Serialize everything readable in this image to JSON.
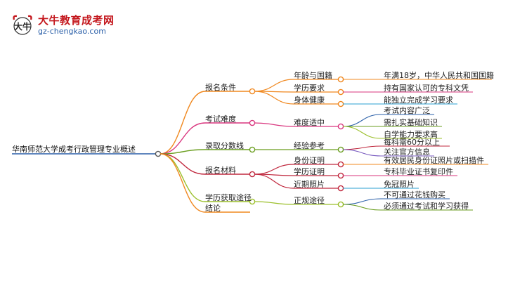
{
  "brand": {
    "name": "大牛教育成考网",
    "url": "gz-chengkao.com",
    "logo_glyph": "大牛"
  },
  "mindmap": {
    "root": "华南师范大学成考行政管理专业概述",
    "branches": [
      {
        "label": "报名条件",
        "color": "#f0881f",
        "children": [
          {
            "label": "年龄与国籍",
            "leaves": [
              "年满18岁，中华人民共和国国籍"
            ]
          },
          {
            "label": "学历要求",
            "leaves": [
              "持有国家认可的专科文凭"
            ]
          },
          {
            "label": "身体健康",
            "leaves": [
              "能独立完成学习要求"
            ]
          }
        ]
      },
      {
        "label": "考试难度",
        "color": "#d9357e",
        "children": [
          {
            "label": "难度适中",
            "leaves": [
              "考试内容广泛",
              "需扎实基础知识",
              "自学能力要求高"
            ]
          }
        ]
      },
      {
        "label": "录取分数线",
        "color": "#6a9e1f",
        "children": [
          {
            "label": "经验参考",
            "leaves": [
              "每科需60分以上",
              "关注官方信息"
            ]
          }
        ]
      },
      {
        "label": "报名材料",
        "color": "#c0283e",
        "children": [
          {
            "label": "身份证明",
            "leaves": [
              "有效居民身份证照片或扫描件"
            ]
          },
          {
            "label": "学历证明",
            "leaves": [
              "专科毕业证书复印件"
            ]
          },
          {
            "label": "近期照片",
            "leaves": [
              "免冠照片"
            ]
          }
        ]
      },
      {
        "label": "学历获取途径",
        "color": "#9bbf2a",
        "children": [
          {
            "label": "正规途径",
            "leaves": [
              "不可通过花钱购买",
              "必须通过考试和学习获得"
            ]
          }
        ]
      },
      {
        "label": "结论",
        "color": "#f0881f",
        "children": []
      }
    ]
  },
  "colors": {
    "root_line": "#2a5fa8",
    "node_fill": "#ffffff",
    "node_stroke": "#555555",
    "leaf_palette": [
      "#f0881f",
      "#d9357e",
      "#2a9fd0",
      "#2a5fa8",
      "#6a9e1f",
      "#9bbf2a",
      "#c0283e",
      "#7a5cc0"
    ]
  }
}
